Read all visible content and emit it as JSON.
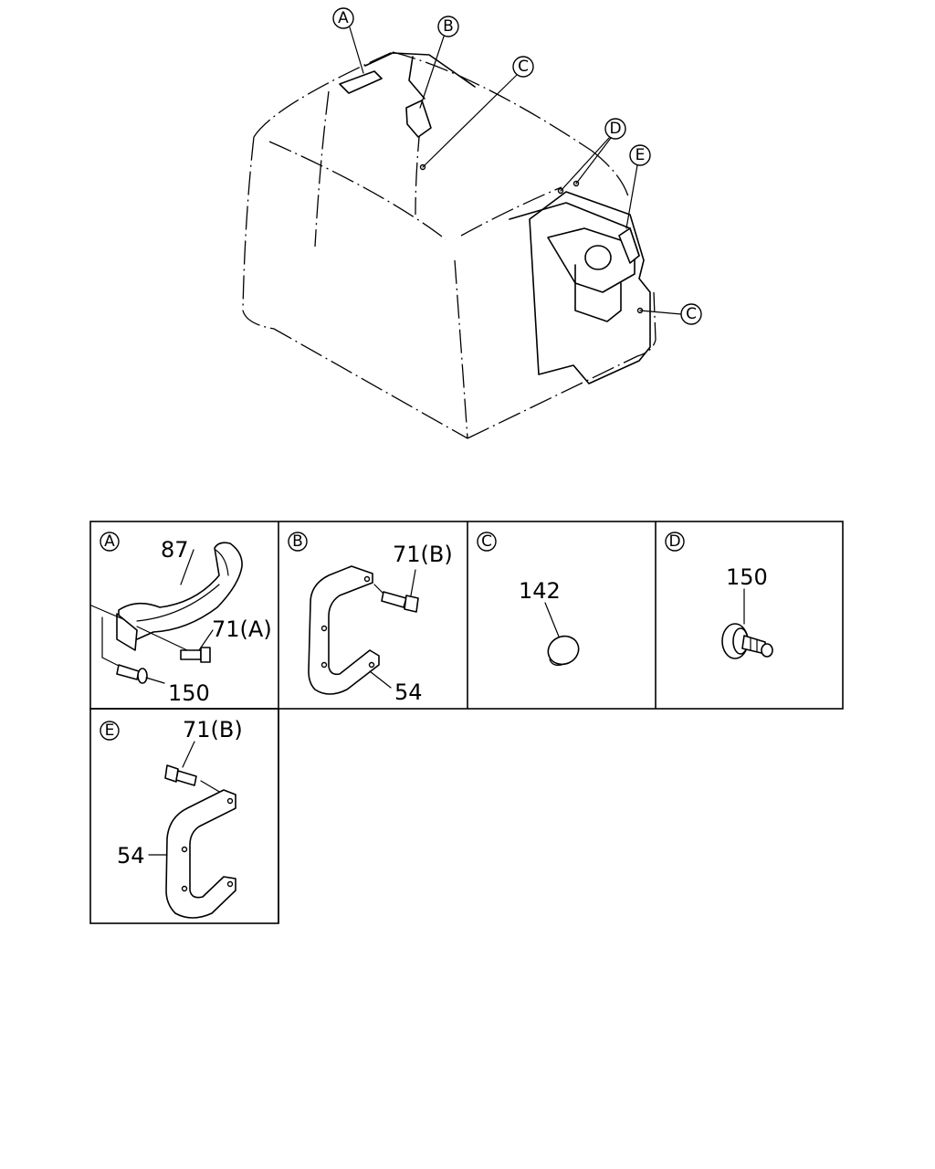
{
  "callouts": {
    "A": "A",
    "B": "B",
    "C": "C",
    "D": "D",
    "E": "E"
  },
  "panels": {
    "A": {
      "label": "A",
      "parts": [
        "87",
        "71(A)",
        "150"
      ]
    },
    "B": {
      "label": "B",
      "parts": [
        "71(B)",
        "54"
      ]
    },
    "C": {
      "label": "C",
      "parts": [
        "142"
      ]
    },
    "D": {
      "label": "D",
      "parts": [
        "150"
      ]
    },
    "E": {
      "label": "E",
      "parts": [
        "71(B)",
        "54"
      ]
    }
  }
}
